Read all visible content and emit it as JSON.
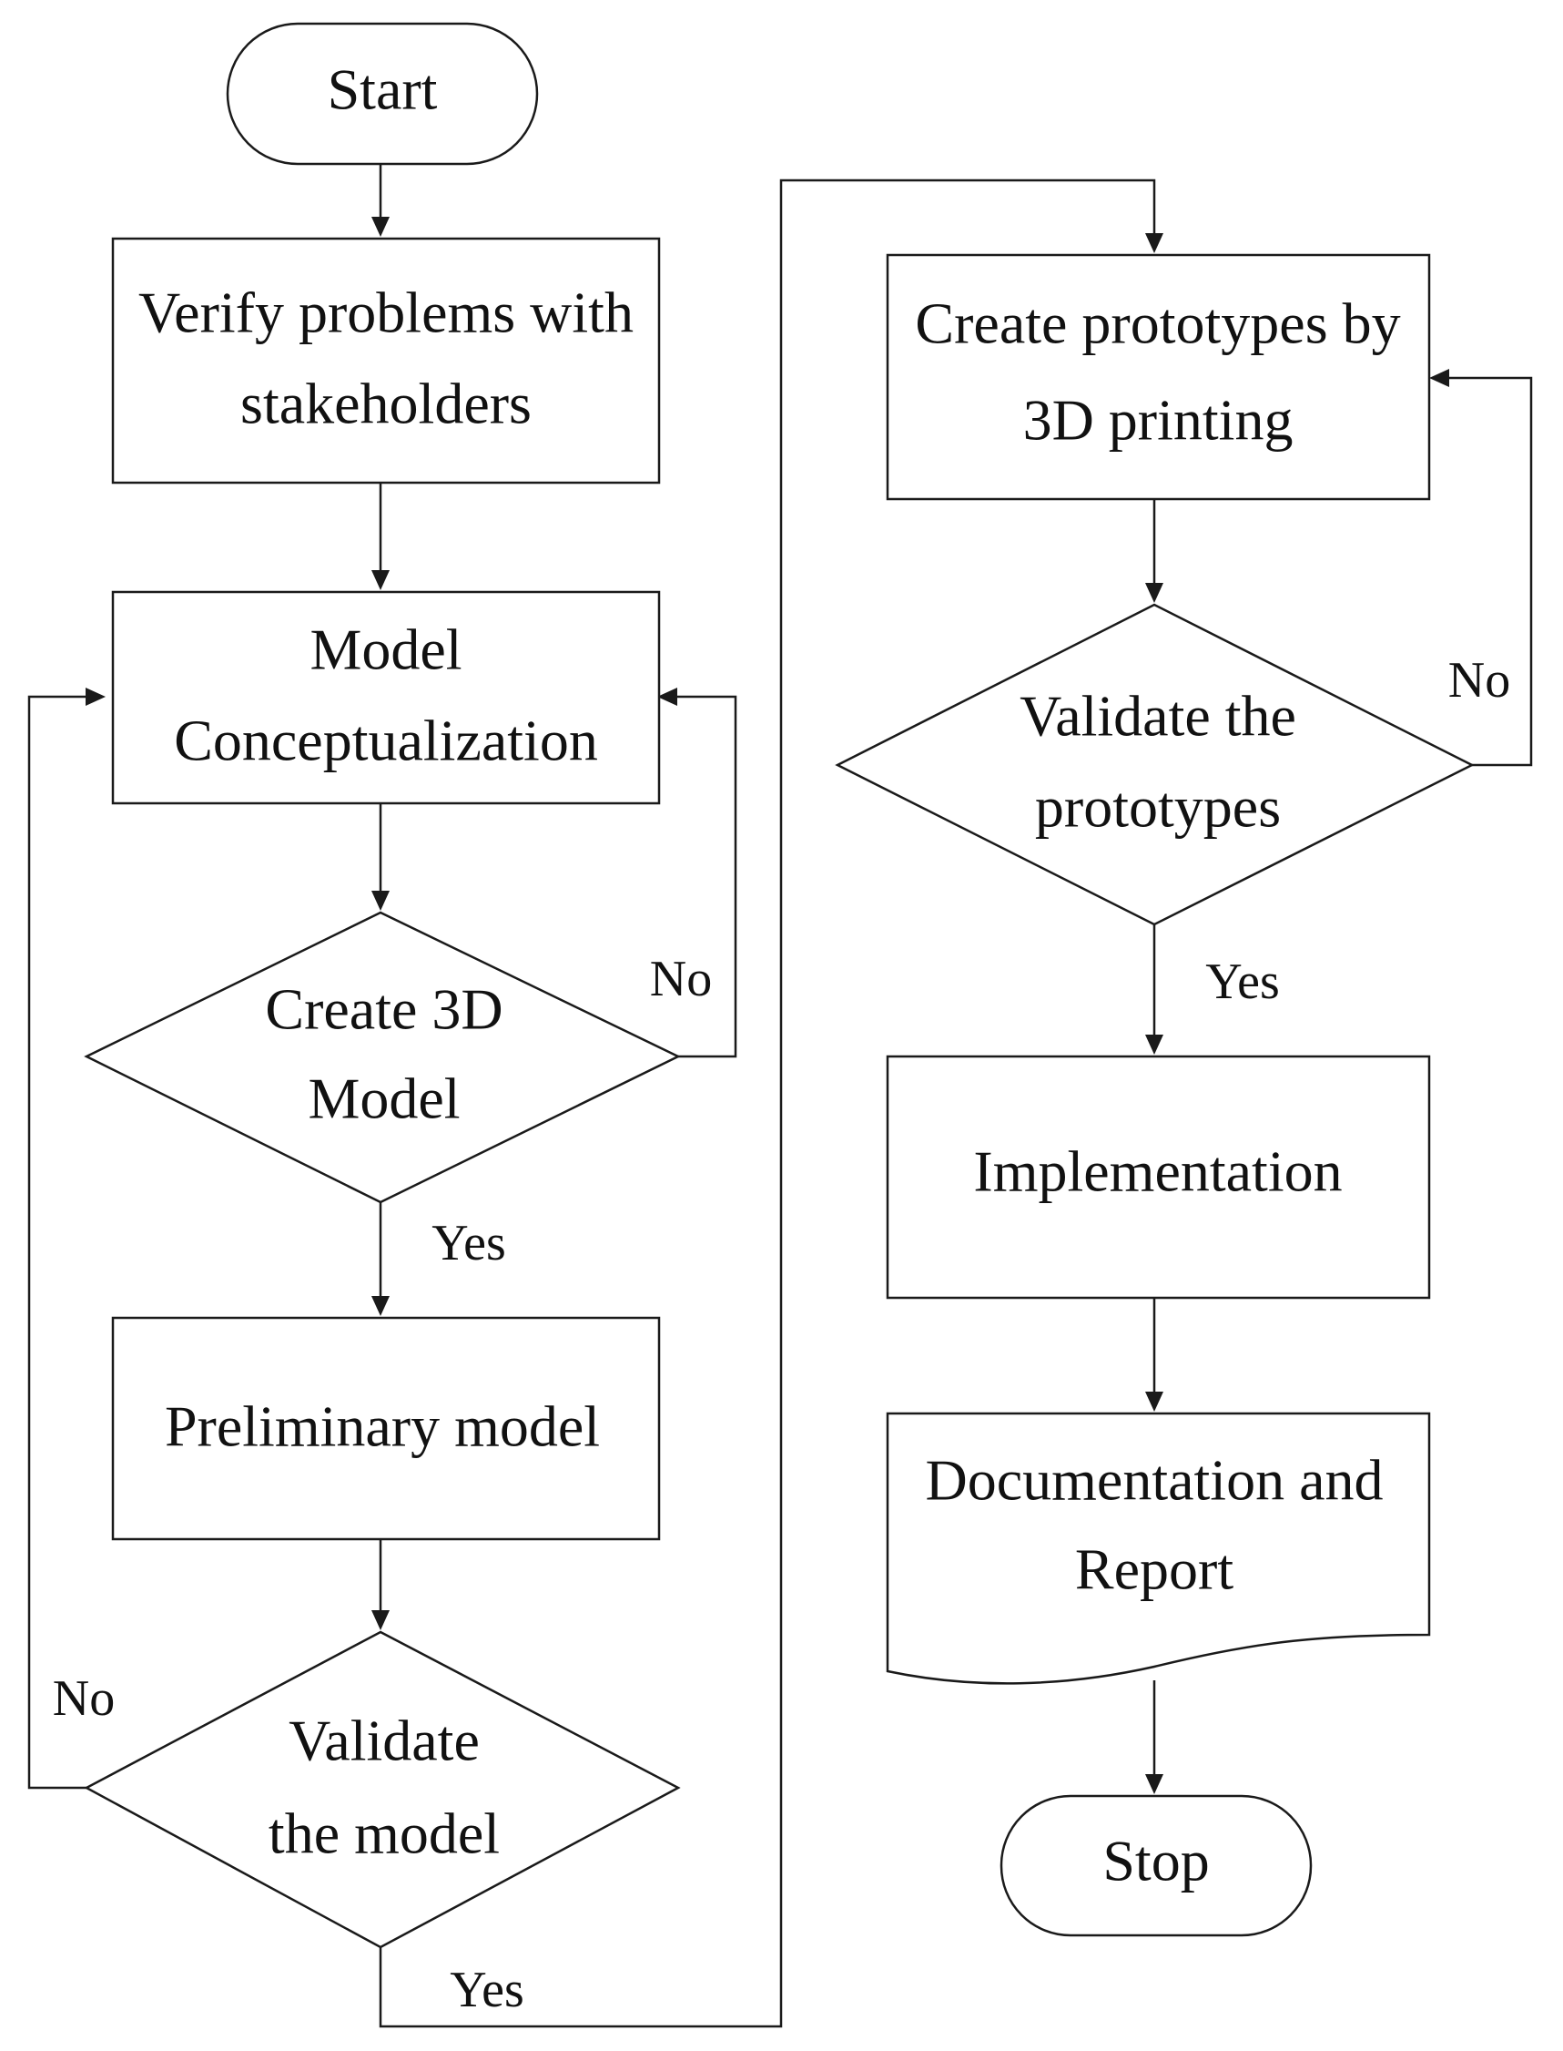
{
  "nodes": {
    "start": {
      "label": "Start"
    },
    "verify": {
      "line1": "Verify problems with",
      "line2": "stakeholders"
    },
    "conceptualization": {
      "line1": "Model",
      "line2": "Conceptualization"
    },
    "create3d": {
      "line1": "Create 3D",
      "line2": "Model"
    },
    "preliminary": {
      "label": "Preliminary model"
    },
    "validate_model": {
      "line1": "Validate",
      "line2": "the model"
    },
    "prototypes": {
      "line1": "Create prototypes by",
      "line2": "3D printing"
    },
    "validate_prototypes": {
      "line1": "Validate the",
      "line2": "prototypes"
    },
    "implementation": {
      "label": "Implementation"
    },
    "documentation": {
      "line1": "Documentation and",
      "line2": "Report"
    },
    "stop": {
      "label": "Stop"
    }
  },
  "edge_labels": {
    "create3d_no": "No",
    "create3d_yes": "Yes",
    "validate_model_no": "No",
    "validate_model_yes": "Yes",
    "validate_prototypes_no": "No",
    "validate_prototypes_yes": "Yes"
  }
}
